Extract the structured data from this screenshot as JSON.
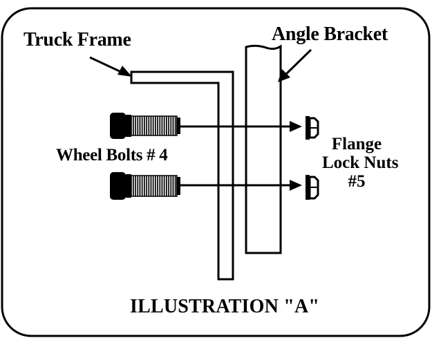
{
  "labels": {
    "truck_frame": "Truck Frame",
    "angle_bracket": "Angle Bracket",
    "wheel_bolts": "Wheel Bolts # 4",
    "flange_line1": "Flange",
    "flange_line2": "Lock Nuts",
    "flange_line3": "#5",
    "caption": "ILLUSTRATION \"A\""
  },
  "colors": {
    "ink": "#000000",
    "background": "#ffffff"
  }
}
